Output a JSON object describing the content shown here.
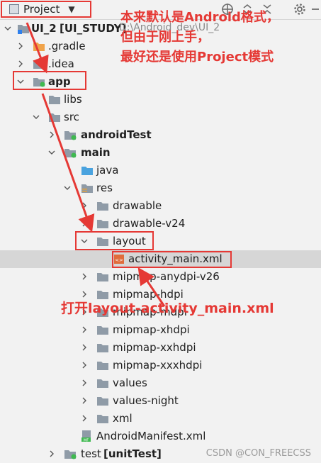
{
  "toolbar": {
    "view_label": "Project"
  },
  "root": {
    "name": "UI_2",
    "module": "[UI_STUDY]",
    "path": "D:\\Android_dev\\UI_2"
  },
  "tree": [
    {
      "key": "gradle",
      "label": ".gradle"
    },
    {
      "key": "idea",
      "label": ".idea"
    },
    {
      "key": "app",
      "label": "app"
    },
    {
      "key": "libs",
      "label": "libs"
    },
    {
      "key": "src",
      "label": "src"
    },
    {
      "key": "androidtest",
      "label": "androidTest"
    },
    {
      "key": "main",
      "label": "main"
    },
    {
      "key": "java",
      "label": "java"
    },
    {
      "key": "res",
      "label": "res"
    },
    {
      "key": "drawable",
      "label": "drawable"
    },
    {
      "key": "drawable-v24",
      "label": "drawable-v24"
    },
    {
      "key": "layout",
      "label": "layout"
    },
    {
      "key": "activity-main",
      "label": "activity_main.xml"
    },
    {
      "key": "mipmap-anydpi",
      "label": "mipmap-anydpi-v26"
    },
    {
      "key": "mipmap-hdpi",
      "label": "mipmap-hdpi"
    },
    {
      "key": "mipmap-mdpi",
      "label": "mipmap-mdpi"
    },
    {
      "key": "mipmap-xhdpi",
      "label": "mipmap-xhdpi"
    },
    {
      "key": "mipmap-xxhdpi",
      "label": "mipmap-xxhdpi"
    },
    {
      "key": "mipmap-xxxhdpi",
      "label": "mipmap-xxxhdpi"
    },
    {
      "key": "values",
      "label": "values"
    },
    {
      "key": "values-night",
      "label": "values-night"
    },
    {
      "key": "xml",
      "label": "xml"
    },
    {
      "key": "manifest",
      "label": "AndroidManifest.xml"
    },
    {
      "key": "test",
      "label": "test",
      "tag": "[unitTest]"
    }
  ],
  "annotations": {
    "top_line1": "本来默认是Android格式，",
    "top_line2": "但由于刚上手，",
    "top_line3": "最好还是使用Project模式",
    "middle": "打开layout-activity_main.xml"
  },
  "watermark": "CSDN @CON_FREECSS",
  "colors": {
    "annotation_red": "#e53935",
    "folder": "#8f9ba7",
    "module_green": "#3fb950"
  }
}
